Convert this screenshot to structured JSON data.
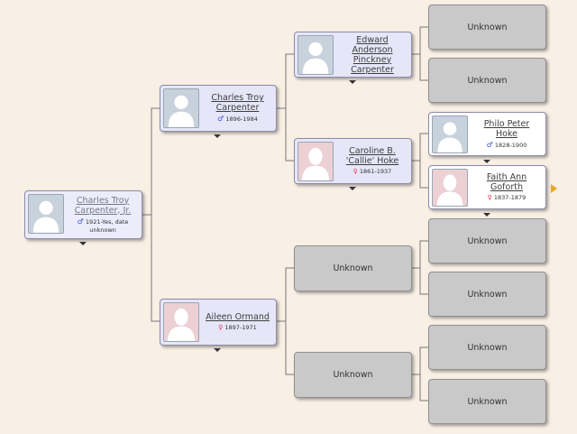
{
  "root": {
    "name": "Charles Troy Carpenter, Jr.",
    "gender": "♂",
    "dates": "1921-Yes, date unknown"
  },
  "father": {
    "name": "Charles Troy Carpenter",
    "gender": "♂",
    "dates": "1896-1984"
  },
  "mother": {
    "name": "Aileen Ormand",
    "gender": "♀",
    "dates": "1897-1971"
  },
  "paternal_grandfather": {
    "name": "Edward Anderson Pinckney Carpenter"
  },
  "paternal_grandmother": {
    "name": "Caroline B. 'Callie' Hoke",
    "gender": "♀",
    "dates": "1861-1937"
  },
  "ggf_hoke": {
    "name": "Philo Peter Hoke",
    "gender": "♂",
    "dates": "1828-1900"
  },
  "ggm_goforth": {
    "name": "Faith Ann Goforth",
    "gender": "♀",
    "dates": "1837-1879"
  },
  "unknown_label": "Unknown",
  "colors": {
    "background": "#f8efe5",
    "male_card": "#e6e6f8",
    "unknown_card": "#c9c9c9",
    "male_symbol": "#3b52d9",
    "female_symbol": "#e0344a",
    "next_arrow": "#e8a820"
  },
  "icons": {
    "male_avatar": "male-silhouette-icon",
    "female_avatar": "female-silhouette-icon",
    "expand": "caret-down-icon",
    "next": "arrow-right-icon"
  }
}
